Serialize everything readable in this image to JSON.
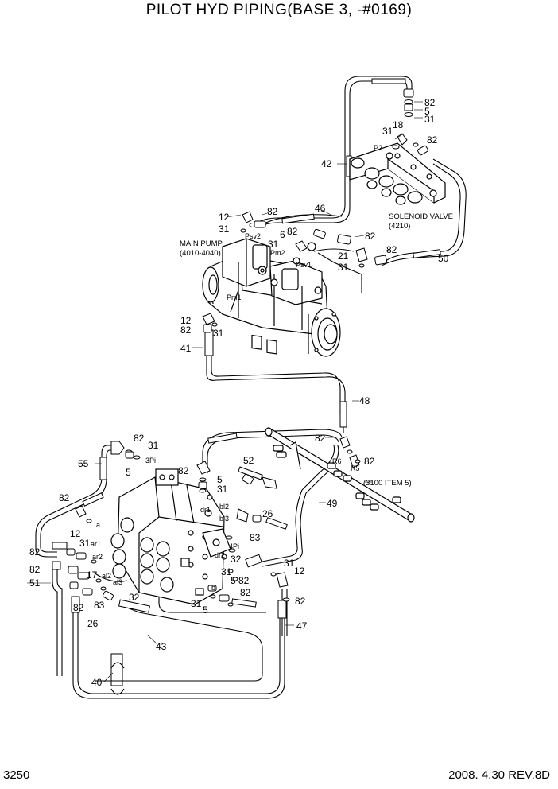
{
  "title": "PILOT HYD PIPING(BASE 3, -#0169)",
  "page_number": "3250",
  "revision": "2008. 4.30  REV.8D",
  "captions": {
    "solenoid_valve": "SOLENOID VALVE",
    "solenoid_valve_code": "(4210)",
    "main_pump": "MAIN PUMP",
    "main_pump_code": "(4010-4040)",
    "item_ref": "(3100 ITEM 5)"
  },
  "ports": [
    "Psv2",
    "Pm2",
    "Psv1",
    "Pm1",
    "P2",
    "3Pi",
    "dr1",
    "bl2",
    "bl3",
    "4Pi",
    "dr2",
    "a",
    "ar1",
    "ar2",
    "al2",
    "al3",
    "b",
    "R6",
    "R5"
  ],
  "callouts": {
    "c_82a": "82",
    "c_5a": "5",
    "c_31a": "31",
    "c_18": "18",
    "c_31b": "31",
    "c_82b": "82",
    "c_42": "42",
    "c_12a": "12",
    "c_82c": "82",
    "c_46": "46",
    "c_31c": "31",
    "c_6": "6",
    "c_82d": "82",
    "c_31d": "31",
    "c_82e": "82",
    "c_21": "21",
    "c_82f": "82",
    "c_50": "50",
    "c_31e": "31",
    "c_12b": "12",
    "c_82g": "82",
    "c_31f": "31",
    "c_41": "41",
    "c_48": "48",
    "c_82h": "82",
    "c_82i": "82",
    "c_82j": "82",
    "c_31g": "31",
    "c_55": "55",
    "c_5b": "5",
    "c_82k": "82",
    "c_5c": "5",
    "c_31h": "31",
    "c_52": "52",
    "c_82l": "82",
    "c_49": "49",
    "c_26a": "26",
    "c_83a": "83",
    "c_12c": "12",
    "c_31i": "31",
    "c_82m": "82",
    "c_82n": "82",
    "c_17": "17",
    "c_51": "51",
    "c_32a": "32",
    "c_31j": "31",
    "c_5d": "5",
    "c_82o": "82",
    "c_31k": "31",
    "c_12d": "12",
    "c_83b": "83",
    "c_32b": "32",
    "c_31l": "31",
    "c_5e": "5",
    "c_82p": "82",
    "c_82q": "82",
    "c_82r": "82",
    "c_26b": "26",
    "c_43": "43",
    "c_47": "47",
    "c_40": "40"
  }
}
